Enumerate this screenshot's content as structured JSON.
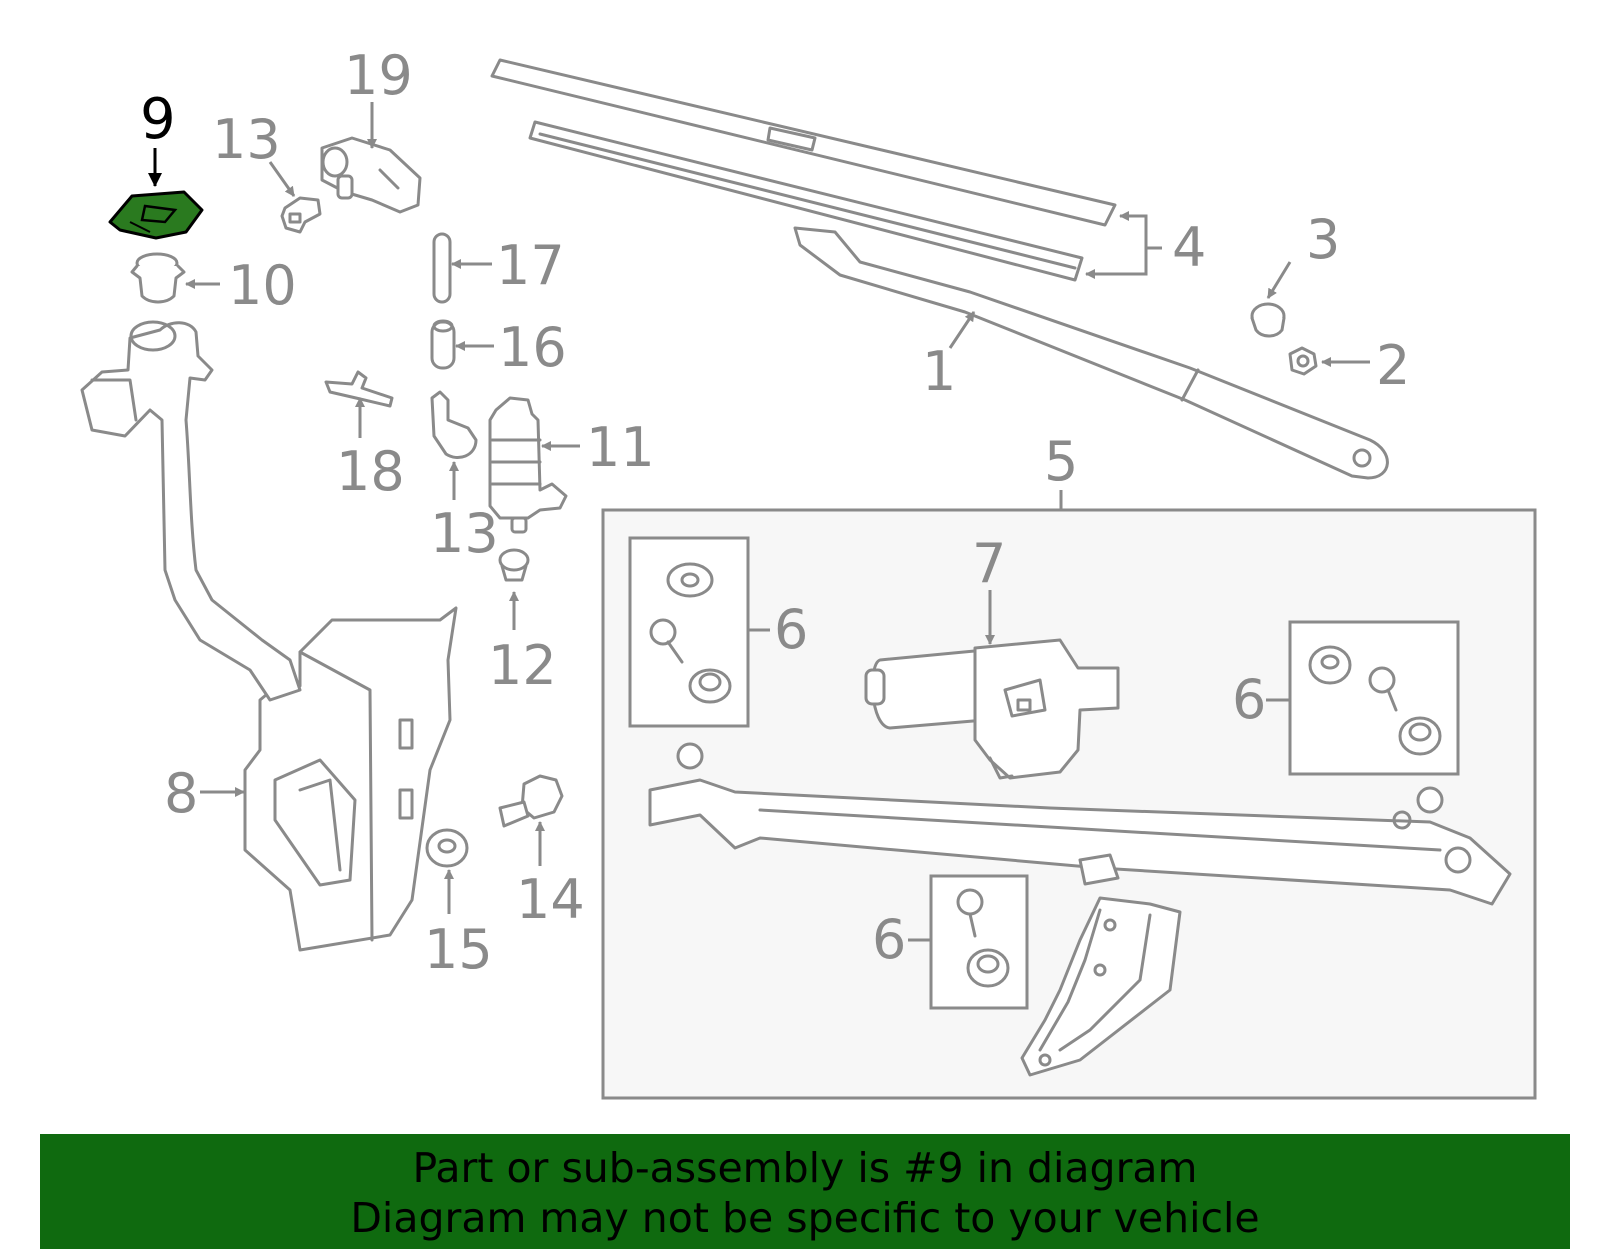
{
  "callouts": {
    "c1": "1",
    "c2": "2",
    "c3": "3",
    "c4": "4",
    "c5": "5",
    "c6a": "6",
    "c6b": "6",
    "c6c": "6",
    "c7": "7",
    "c8": "8",
    "c9": "9",
    "c10": "10",
    "c11": "11",
    "c12": "12",
    "c13a": "13",
    "c13b": "13",
    "c14": "14",
    "c15": "15",
    "c16": "16",
    "c17": "17",
    "c18": "18",
    "c19": "19"
  },
  "highlight": {
    "part": "9",
    "color": "#2a7a1f"
  },
  "banner": {
    "line1": "Part or sub-assembly is #9 in diagram",
    "line2": "Diagram may not be specific to your vehicle",
    "background": "#0f6a0f"
  }
}
